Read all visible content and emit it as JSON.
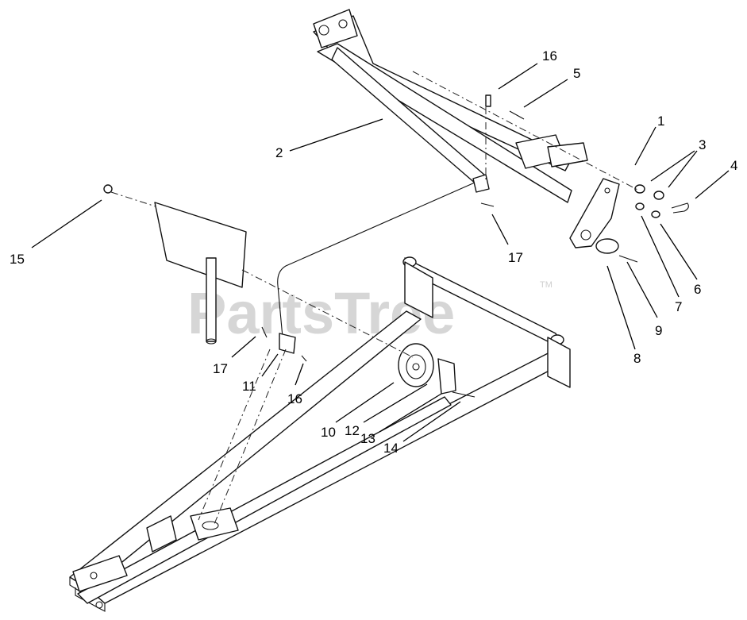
{
  "watermark": {
    "text": "PartsTree",
    "mark": "TM"
  },
  "callouts": [
    {
      "id": "c16a",
      "label": "16"
    },
    {
      "id": "c5",
      "label": "5"
    },
    {
      "id": "c1",
      "label": "1"
    },
    {
      "id": "c3",
      "label": "3"
    },
    {
      "id": "c4",
      "label": "4"
    },
    {
      "id": "c2",
      "label": "2"
    },
    {
      "id": "c15",
      "label": "15"
    },
    {
      "id": "c17a",
      "label": "17"
    },
    {
      "id": "c6",
      "label": "6"
    },
    {
      "id": "c7",
      "label": "7"
    },
    {
      "id": "c9",
      "label": "9"
    },
    {
      "id": "c8",
      "label": "8"
    },
    {
      "id": "c17b",
      "label": "17"
    },
    {
      "id": "c11",
      "label": "11"
    },
    {
      "id": "c16b",
      "label": "16"
    },
    {
      "id": "c10",
      "label": "10"
    },
    {
      "id": "c12",
      "label": "12"
    },
    {
      "id": "c13",
      "label": "13"
    },
    {
      "id": "c14",
      "label": "14"
    }
  ]
}
